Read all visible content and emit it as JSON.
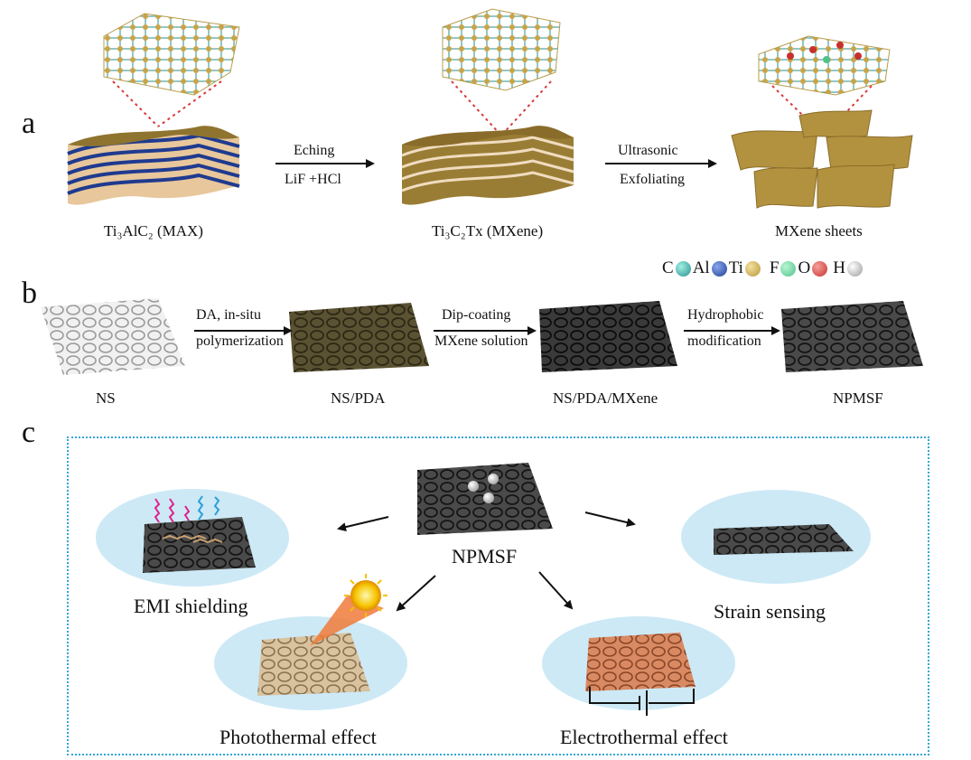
{
  "panels": {
    "a": "a",
    "b": "b",
    "c": "c"
  },
  "row_a": {
    "max_label": "Ti₃AlC₂ (MAX)",
    "mxene_label": "Ti₃C₂Tx (MXene)",
    "sheets_label": "MXene sheets",
    "arrow1_top": "Eching",
    "arrow1_bottom": "LiF +HCl",
    "arrow2_top": "Ultrasonic",
    "arrow2_bottom": "Exfoliating"
  },
  "legend": {
    "items": [
      {
        "symbol": "C",
        "color": "#2a8f8a"
      },
      {
        "symbol": "Al",
        "color": "#1f3f8f"
      },
      {
        "symbol": "Ti",
        "color": "#b8973a"
      },
      {
        "symbol": "F",
        "color": "#4fc28a"
      },
      {
        "symbol": "O",
        "color": "#c8302c"
      },
      {
        "symbol": "H",
        "color": "#c9c9c9"
      }
    ]
  },
  "row_b": {
    "ns_label": "NS",
    "nspda_label": "NS/PDA",
    "nspdamx_label": "NS/PDA/MXene",
    "npmsf_label": "NPMSF",
    "arrow1_top": "DA, in-situ",
    "arrow1_bottom": "polymerization",
    "arrow2_top": "Dip-coating",
    "arrow2_bottom": "MXene solution",
    "arrow3_top": "Hydrophobic",
    "arrow3_bottom": "modification"
  },
  "row_c": {
    "center_label": "NPMSF",
    "emi_label": "EMI shielding",
    "strain_label": "Strain sensing",
    "photo_label": "Photothermal effect",
    "electro_label": "Electrothermal effect"
  }
}
